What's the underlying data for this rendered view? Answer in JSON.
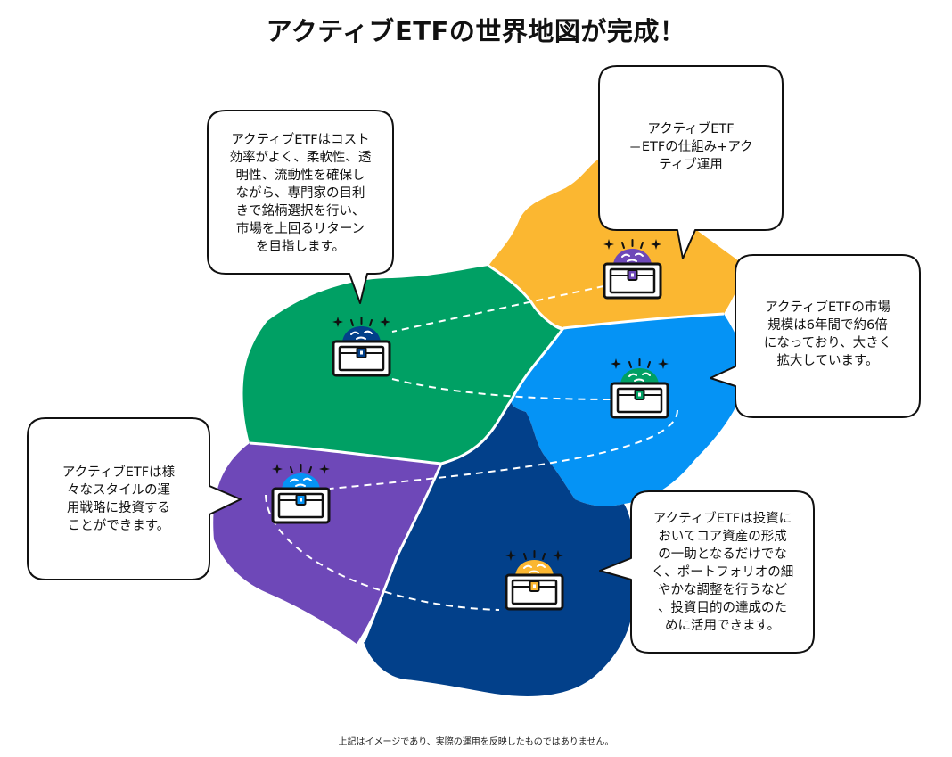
{
  "title": "アクティブETFの世界地図が完成！",
  "footnote": "上記はイメージであり、実際の運用を反映したものではありません。",
  "colors": {
    "green": "#00A064",
    "yellow": "#FBB731",
    "sky": "#0593F5",
    "purple": "#6E48B8",
    "navy": "#02408A",
    "outline": "#111111",
    "bubble_fill": "#ffffff"
  },
  "regions": [
    {
      "name": "green-region",
      "color": "#00A064"
    },
    {
      "name": "yellow-region",
      "color": "#FBB731"
    },
    {
      "name": "sky-region",
      "color": "#0593F5"
    },
    {
      "name": "purple-region",
      "color": "#6E48B8"
    },
    {
      "name": "navy-region",
      "color": "#02408A"
    }
  ],
  "chests": [
    {
      "name": "treasure-chest-icon-green",
      "treasure_color": "#02408A"
    },
    {
      "name": "treasure-chest-icon-yellow",
      "treasure_color": "#6E48B8"
    },
    {
      "name": "treasure-chest-icon-sky",
      "treasure_color": "#00A064"
    },
    {
      "name": "treasure-chest-icon-purple",
      "treasure_color": "#0593F5"
    },
    {
      "name": "treasure-chest-icon-navy",
      "treasure_color": "#FBB731"
    }
  ],
  "bubbles": {
    "cost_efficiency": "アクティブETFはコスト\n効率がよく、柔軟性、透\n明性、流動性を確保し\nながら、専門家の目利\nきで銘柄選択を行い、\n市場を上回るリターン\nを目指します。",
    "definition": "アクティブETF\n＝ETFの仕組み+アク\nティブ運用",
    "market_size": "アクティブETFの市場\n規模は6年間で約6倍\nになっており、大きく\n拡大しています。",
    "styles": "アクティブETFは様\n々なスタイルの運\n用戦略に投資する\nことができます。",
    "core_assets": "アクティブETFは投資に\nおいてコア資産の形成\nの一助となるだけでな\nく、ポートフォリオの細\nやかな調整を行うなど\n、投資目的の達成のた\nめに活用できます。"
  }
}
